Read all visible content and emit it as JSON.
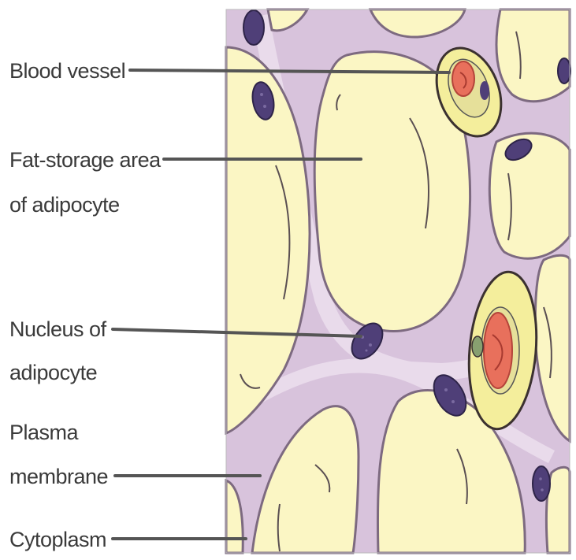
{
  "labels": {
    "blood_vessel": "Blood vessel",
    "fat_storage_line1": "Fat-storage area",
    "fat_storage_line2": "of adipocyte",
    "nucleus_line1": "Nucleus of",
    "nucleus_line2": "adipocyte",
    "plasma_line1": "Plasma",
    "plasma_line2": "membrane",
    "cytoplasm": "Cytoplasm"
  },
  "colors": {
    "background": "#ffffff",
    "cytoplasm": "#d8c3dc",
    "cytoplasm_light": "#e6d6e8",
    "fat": "#fbf6c4",
    "membrane": "#7d6a80",
    "nucleus": "#4f3f78",
    "vessel_wall": "#f4ee9c",
    "vessel_lumen": "#e8705c",
    "leader_line": "#555555"
  }
}
